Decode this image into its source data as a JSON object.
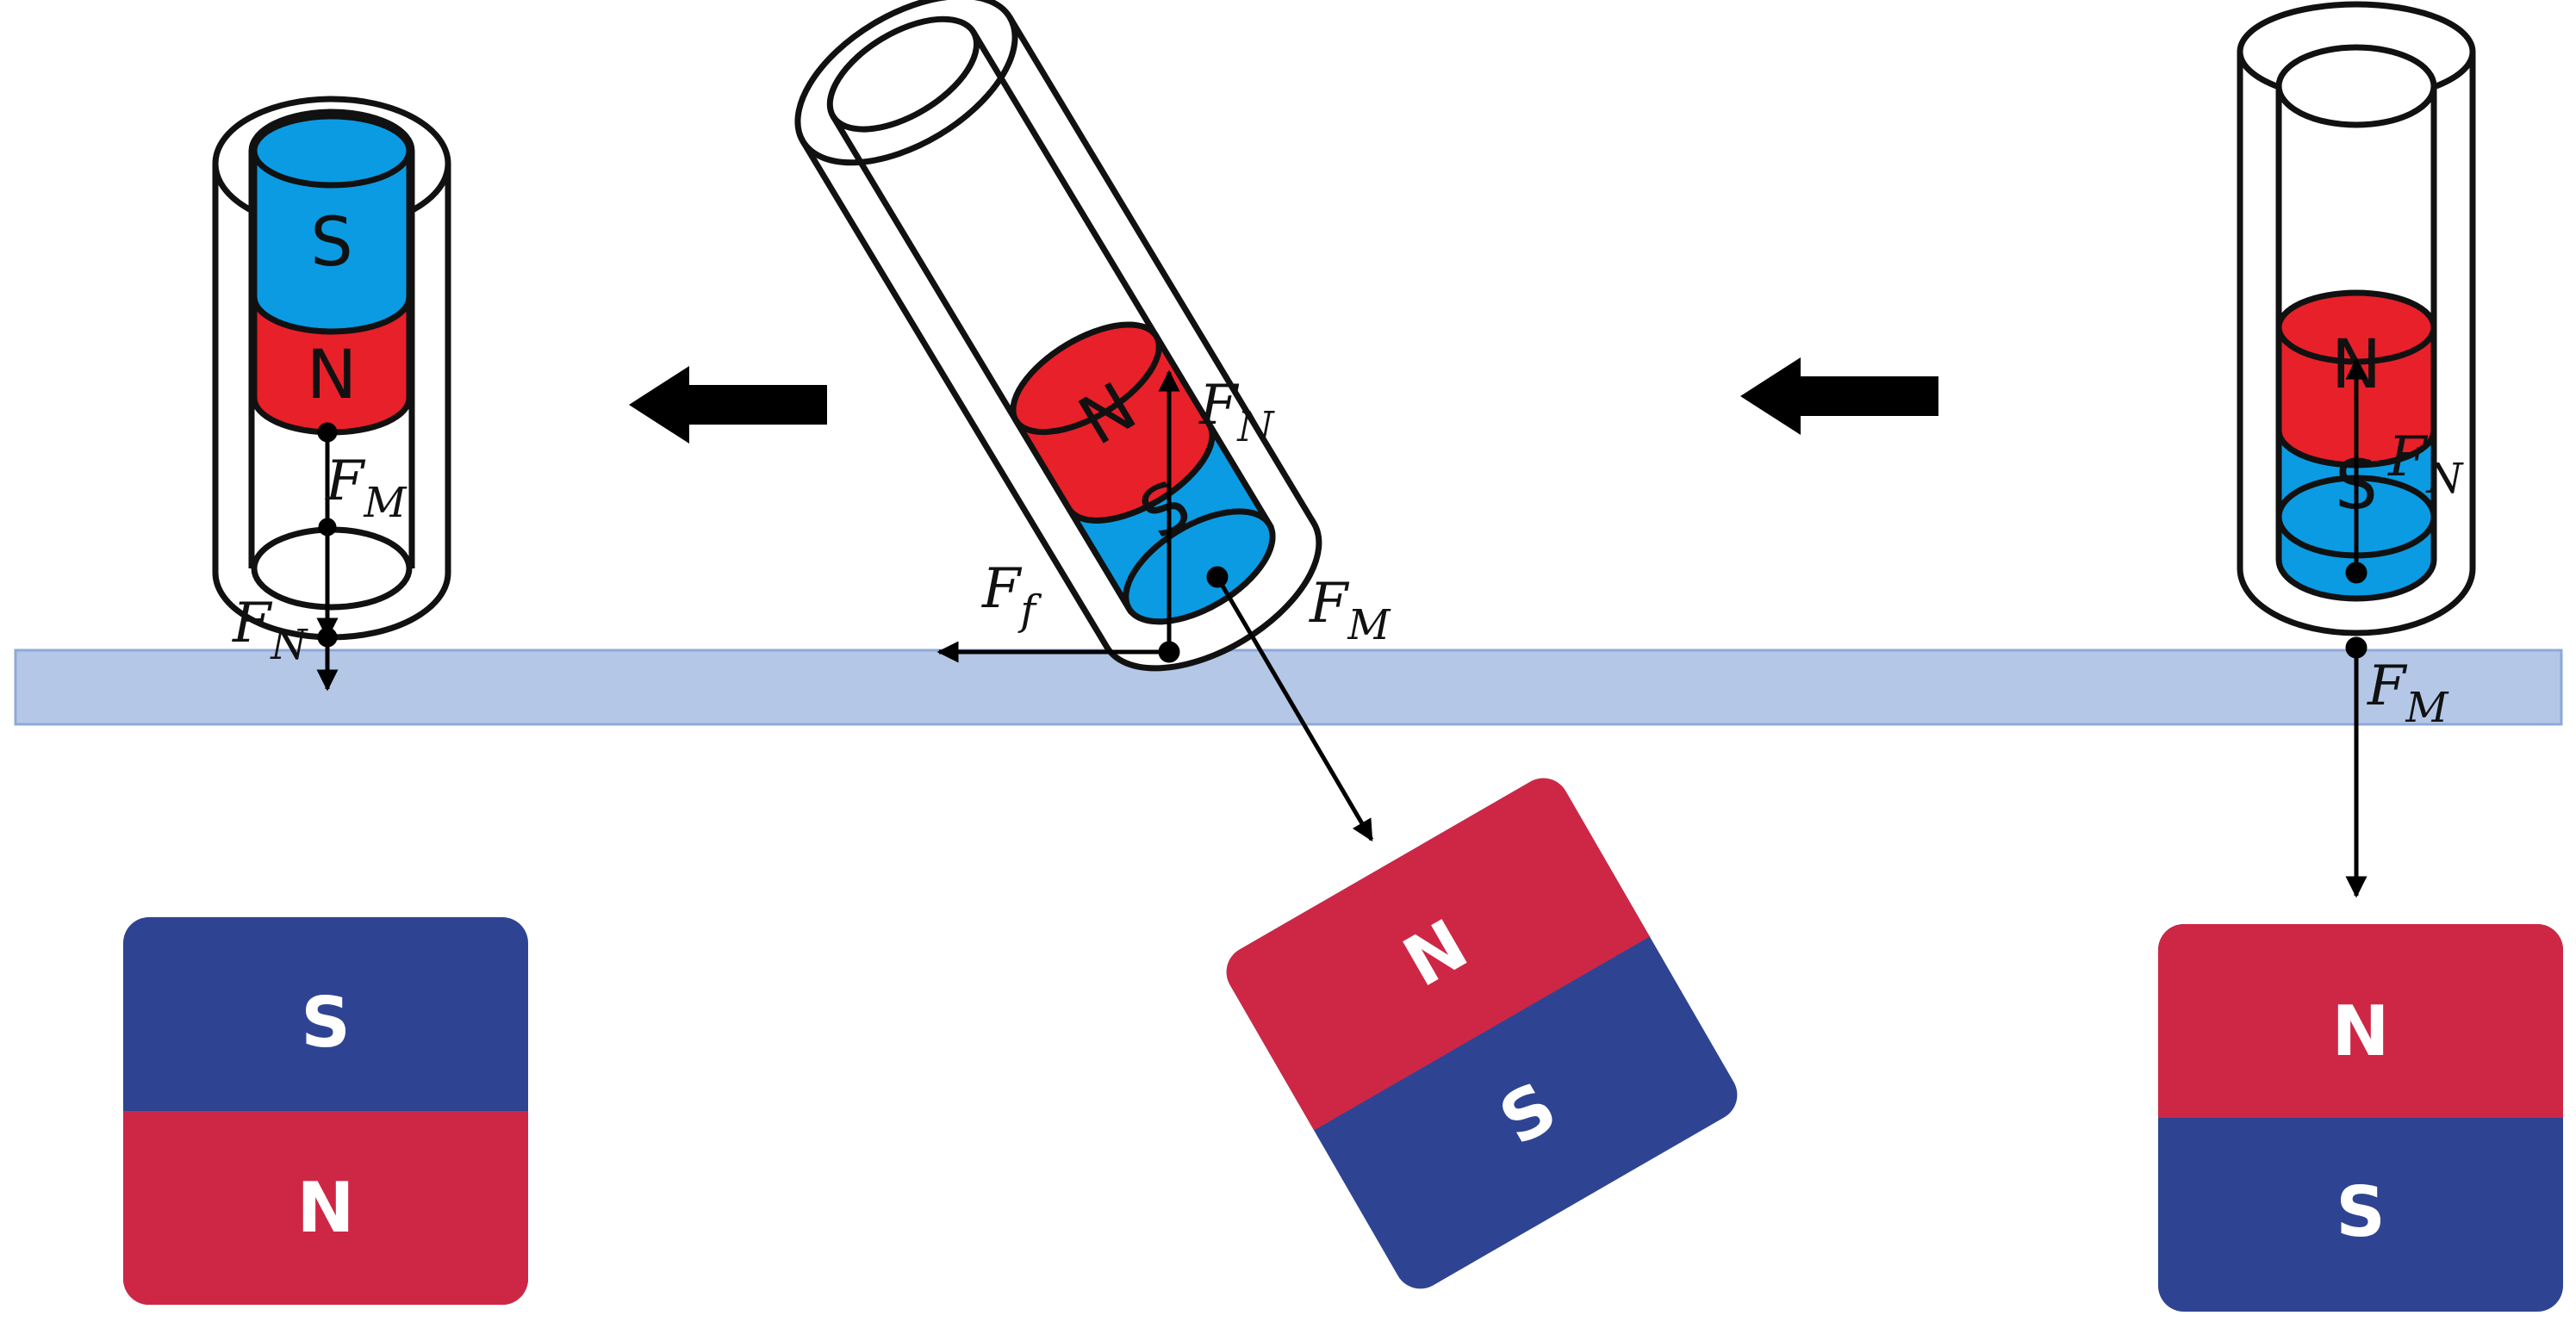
{
  "colors": {
    "tube_outline": "#111111",
    "tube_fill": "#ffffff",
    "mag_blue": "#0a9be3",
    "mag_red": "#e8202a",
    "block_red": "#ce2745",
    "block_blue": "#2e4493",
    "table_fill": "#b4c7e7",
    "table_stroke": "#8fa8d8",
    "arrow": "#000000"
  },
  "scene_left": {
    "tube_magnet_top": "S",
    "tube_magnet_bottom": "N",
    "force_label_main": "F",
    "force_sub_magnet": "M",
    "force_sub_normal": "N",
    "block_top": "S",
    "block_bottom": "N"
  },
  "scene_middle": {
    "tube_magnet_top": "N",
    "tube_magnet_bottom": "S",
    "force_label_main": "F",
    "force_sub_normal": "N",
    "force_sub_friction": "f",
    "force_sub_magnet": "M",
    "block_top": "N",
    "block_bottom": "S"
  },
  "scene_right": {
    "tube_magnet_top": "N",
    "tube_magnet_bottom": "S",
    "force_label_main": "F",
    "force_sub_normal": "N",
    "force_sub_magnet": "M",
    "block_top": "N",
    "block_bottom": "S"
  },
  "arrows": {
    "direction": "left",
    "count": 2
  }
}
